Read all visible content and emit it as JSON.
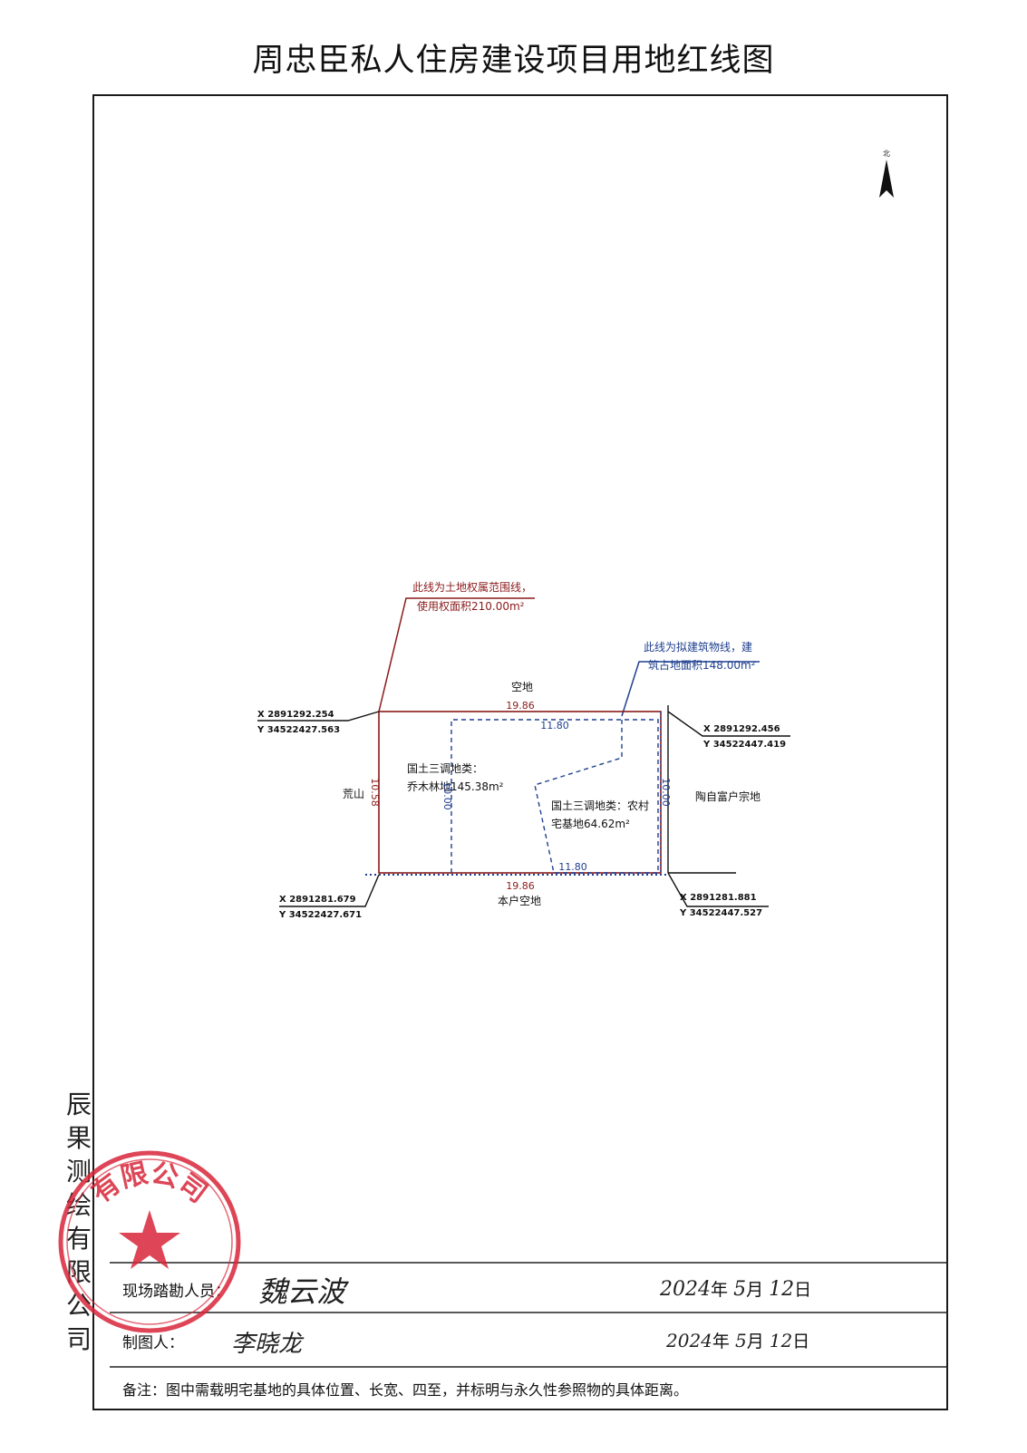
{
  "title": "周忠臣私人住房建设项目用地红线图",
  "north_label": "北",
  "map": {
    "red_note": [
      "此线为土地权属范围线，",
      "使用权面积210.00m²"
    ],
    "blue_note": [
      "此线为拟建筑物线，建",
      "筑占地面积148.00m²"
    ],
    "top_neighbor": "空地",
    "bottom_neighbor": "本户空地",
    "left_neighbor": "荒山",
    "right_neighbor": "陶自富户宗地",
    "zone_left": [
      "国土三调地类：",
      "乔木林地145.38m²"
    ],
    "zone_right": [
      "国土三调地类：农村",
      "宅基地64.62m²"
    ],
    "dims": {
      "top_red": "19.86",
      "bottom_red": "19.86",
      "top_blue": "11.80",
      "bottom_blue": "11.80",
      "left_red": "10.58",
      "left_blue": "10.00",
      "right_blue": "10.00"
    },
    "coords": {
      "nw_x": "X 2891292.254",
      "nw_y": "Y 34522427.563",
      "ne_x": "X 2891292.456",
      "ne_y": "Y 34522447.419",
      "sw_x": "X 2891281.679",
      "sw_y": "Y 34522427.671",
      "se_x": "X 2891281.881",
      "se_y": "Y 34522447.527"
    }
  },
  "company": [
    "辰",
    "果",
    "测",
    "绘",
    "有",
    "限",
    "公",
    "司"
  ],
  "stamp_text": "有限公司",
  "survey": {
    "surveyor_label": "现场踏勘人员：",
    "surveyor_sig": "魏云波",
    "surveyor_year": "2024",
    "surveyor_month": "5",
    "surveyor_day": "12",
    "drafter_label": "制图人：",
    "drafter_sig": "李晓龙",
    "drafter_year": "2024",
    "drafter_month": "5",
    "drafter_day": "12",
    "year_unit": "年",
    "month_unit": "月",
    "day_unit": "日"
  },
  "note": "备注：图中需载明宅基地的具体位置、长宽、四至，并标明与永久性参照物的具体距离。",
  "colors": {
    "red": "#8b1a1a",
    "blue": "#1f3f8f",
    "stamp": "#d8263a"
  }
}
